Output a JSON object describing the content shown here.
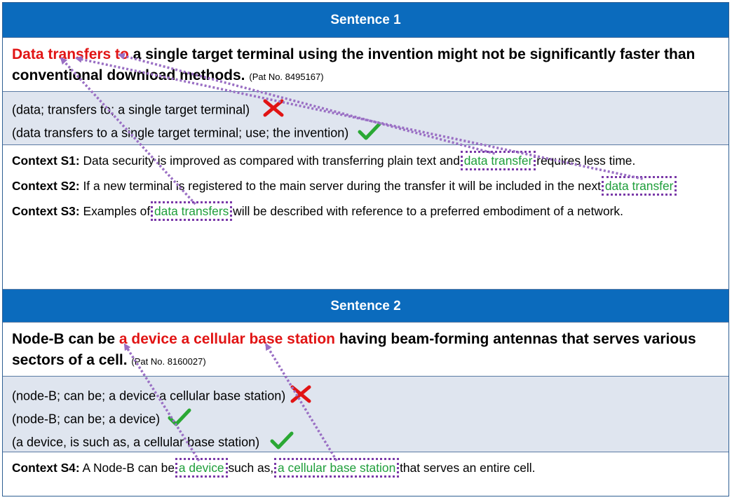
{
  "sentence1": {
    "header": "Sentence 1",
    "highlight": "Data transfers to",
    "rest": " a single target terminal using the invention might not be significantly faster than conventional download methods.",
    "patent": "(Pat No. 8495167)",
    "triples": [
      {
        "text": "(data; transfers to; a single target terminal)",
        "mark": "cross-icon"
      },
      {
        "text": "(data transfers to a single target terminal; use; the invention)",
        "mark": "check-icon"
      }
    ],
    "contexts": [
      {
        "label": "Context S1:",
        "before": " Data security is improved as compared with transferring plain text and ",
        "term": "data transfer",
        "after": " requires less time."
      },
      {
        "label": "Context S2:",
        "before": " If a new terminal is registered to the main server during the transfer it will be included in the next ",
        "term": "data transfer",
        "after": ""
      },
      {
        "label": "Context S3:",
        "before": " Examples of ",
        "term": "data transfers",
        "after": " will be described with reference to a preferred embodiment of a network."
      }
    ]
  },
  "sentence2": {
    "header": "Sentence 2",
    "before": "Node-B can be ",
    "highlight": "a device a cellular base station",
    "rest": " having beam-forming antennas that serves various sectors of a cell.",
    "patent": "(Pat No. 8160027)",
    "triples": [
      {
        "text": "(node-B; can be; a device a cellular base station)",
        "mark": "cross-icon"
      },
      {
        "text": "(node-B; can be; a device)",
        "mark": "check-icon"
      },
      {
        "text": "(a device, is such as, a cellular base station)",
        "mark": "check-icon"
      }
    ],
    "context": {
      "label": "Context S4:",
      "before": " A Node-B can be ",
      "term1": "a device",
      "middle": " such as, ",
      "term2": "a cellular base station",
      "after": " that serves an entire cell."
    }
  },
  "colors": {
    "header": "#0b6bbd",
    "highlight": "#e11414",
    "term": "#1e9e3a",
    "arrow": "#9a6fc4",
    "box": "#7a39a8",
    "triple_bg": "#dfe5ef"
  }
}
